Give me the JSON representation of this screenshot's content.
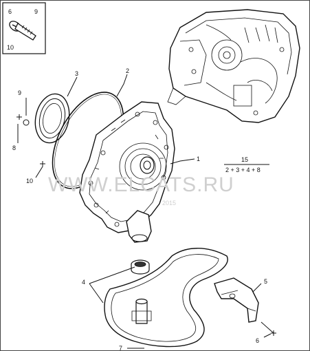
{
  "watermark": {
    "main": "WWW.ELCATS.RU",
    "sub": "2015"
  },
  "inset": {
    "labels": [
      "6",
      "9",
      "10"
    ]
  },
  "callouts": {
    "c1": "1",
    "c2": "2",
    "c3": "3",
    "c4": "4",
    "c5": "5",
    "c6": "6",
    "c7": "7",
    "c8": "8",
    "c9": "9",
    "c10": "10"
  },
  "formula": {
    "top": "15",
    "bottom": "2 + 3 + 4 + 8"
  }
}
